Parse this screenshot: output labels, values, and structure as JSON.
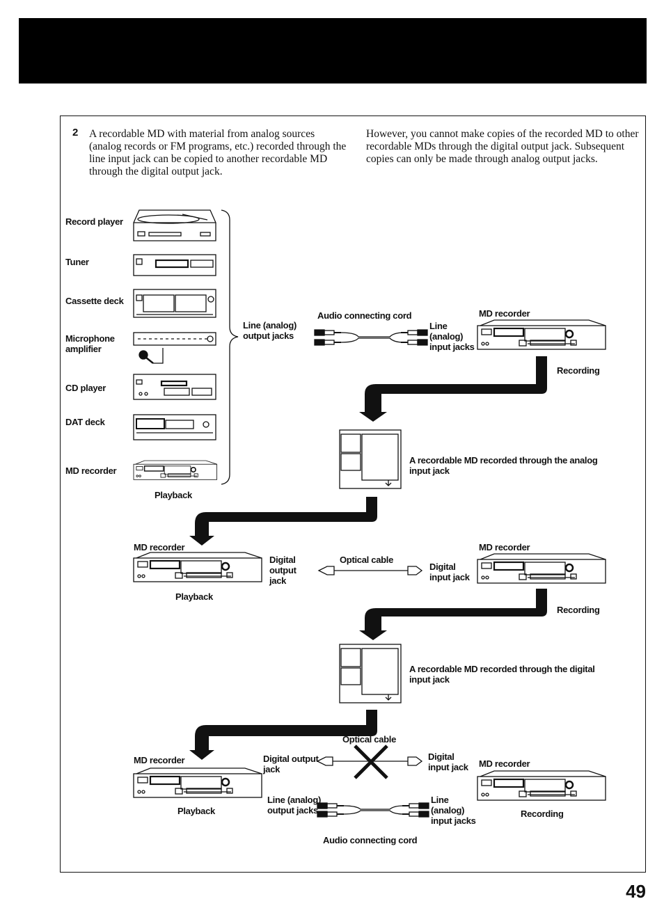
{
  "step": {
    "number": "2",
    "left_text": "A recordable MD with material from analog sources (analog records or FM programs, etc.) recorded through the line input jack can be copied to another recordable MD through the digital output jack.",
    "right_text": "However, you cannot make copies of the recorded MD to other recordable MDs through the digital output jack. Subsequent copies can only be made through analog output jacks."
  },
  "sources": {
    "record_player": "Record player",
    "tuner": "Tuner",
    "cassette_deck": "Cassette deck",
    "microphone_amplifier": "Microphone amplifier",
    "cd_player": "CD player",
    "dat_deck": "DAT deck",
    "md_recorder": "MD recorder",
    "playback": "Playback",
    "line_output": "Line (analog) output jacks"
  },
  "stage1": {
    "cord": "Audio connecting cord",
    "md_recorder": "MD recorder",
    "line_input": "Line (analog) input jacks",
    "recording": "Recording",
    "md_caption": "A recordable MD recorded through the analog input jack"
  },
  "stage2": {
    "md_recorder_left": "MD recorder",
    "digital_output": "Digital output jack",
    "playback": "Playback",
    "optical_cable": "Optical cable",
    "digital_input": "Digital input jack",
    "md_recorder_right": "MD recorder",
    "recording": "Recording",
    "md_caption": "A recordable MD recorded through the digital input jack"
  },
  "stage3": {
    "md_recorder_left": "MD recorder",
    "optical_cable": "Optical cable",
    "digital_output": "Digital output jack",
    "digital_input": "Digital input jack",
    "md_recorder_right": "MD recorder",
    "line_output": "Line (analog) output jacks",
    "line_input": "Line (analog) input jacks",
    "playback": "Playback",
    "recording": "Recording",
    "cord": "Audio connecting cord"
  },
  "page_number": "49"
}
